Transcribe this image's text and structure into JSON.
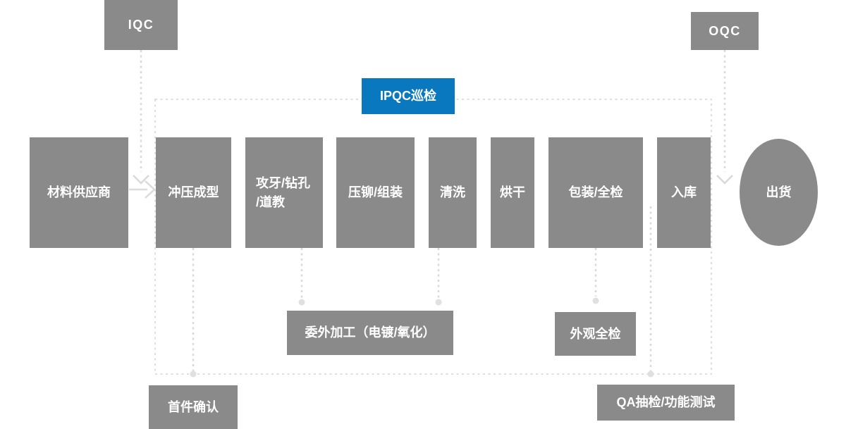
{
  "diagram_title": "production-qc-process-flow",
  "palette": {
    "node_gray": "#8a8a8a",
    "accent_blue": "#0a78be",
    "connector_gray": "#d9d9d9",
    "dashed_border_gray": "#dedede",
    "junction_dot_gray": "#e0e0e0",
    "text_white": "#ffffff",
    "background": "#ffffff"
  },
  "qc_nodes": {
    "iqc": {
      "label": "IQC"
    },
    "oqc": {
      "label": "OQC"
    },
    "ipqc_patrol": {
      "label": "IPQC巡检"
    }
  },
  "main_flow_nodes": {
    "material_supplier": {
      "label": "材料供应商"
    },
    "stamping": {
      "label": "冲压成型"
    },
    "tapping_drilling": {
      "label": "攻牙/钻孔\n/道教"
    },
    "riveting_assembly": {
      "label": "压铆/组装"
    },
    "cleaning": {
      "label": "清洗"
    },
    "drying": {
      "label": "烘干"
    },
    "packing_full_inspection": {
      "label": "包装/全检"
    },
    "warehousing": {
      "label": "入库"
    },
    "shipment": {
      "label": "出货"
    }
  },
  "branch_nodes": {
    "outsourcing": {
      "label": "委外加工（电镀/氧化）"
    },
    "appearance_inspection": {
      "label": "外观全检"
    },
    "first_article_confirm": {
      "label": "首件确认"
    },
    "qa_sampling_test": {
      "label": "QA抽检/功能测试"
    }
  },
  "icons": {
    "down_arrow": "chevron-down",
    "flow_arrow": "arrow-right"
  },
  "edges": [
    {
      "from": "IQC",
      "to": "材料供应商→冲压成型",
      "style": "dotted-down-arrow"
    },
    {
      "from": "OQC",
      "to": "入库→出货",
      "style": "dotted-down-arrow"
    },
    {
      "from": "材料供应商",
      "to": "冲压成型",
      "style": "solid-right-arrow"
    },
    {
      "from": "IPQC巡检",
      "to": "冲压成型…入库",
      "style": "dashed-coverage-box"
    },
    {
      "from": "冲压成型",
      "to": "首件确认",
      "style": "dotted"
    },
    {
      "from": "攻牙/钻孔/道教",
      "to": "委外加工（电镀/氧化）",
      "style": "dotted"
    },
    {
      "from": "清洗",
      "to": "委外加工（电镀/氧化）",
      "style": "dotted"
    },
    {
      "from": "包装/全检",
      "to": "外观全检",
      "style": "dotted"
    },
    {
      "from": "入库",
      "to": "QA抽检/功能测试",
      "style": "dotted"
    }
  ]
}
